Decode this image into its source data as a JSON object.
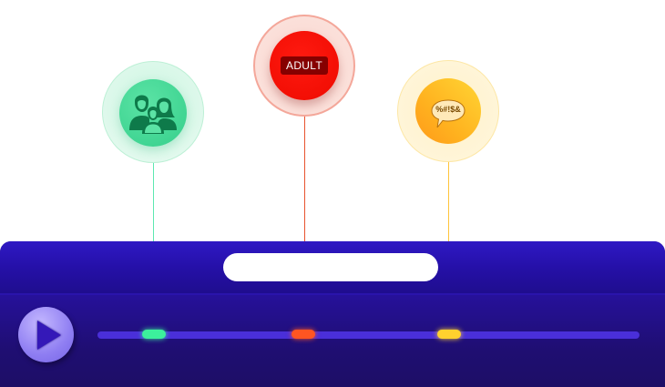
{
  "markers": [
    {
      "id": "family",
      "label": "",
      "icon": "family-icon",
      "color": "#3cf09c"
    },
    {
      "id": "adult",
      "label": "ADULT",
      "icon": "adult-badge",
      "color": "#ff3b1a"
    },
    {
      "id": "profanity",
      "label": "%#!$&",
      "icon": "speech-bubble-icon",
      "color": "#ffd12e"
    }
  ],
  "player": {
    "title": "",
    "play_icon": "play-icon"
  }
}
